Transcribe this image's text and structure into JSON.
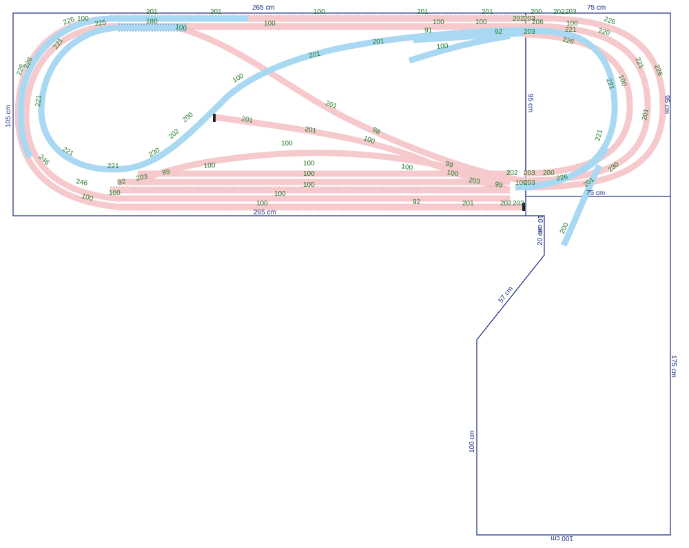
{
  "dimensions": {
    "top_main": "265 cm",
    "top_ext": "75 cm",
    "left_side": "105 cm",
    "bottom_main": "265 cm",
    "right_box": "95 cm",
    "right_ext": "95 cm",
    "ext_bottom": "75 cm",
    "step_down": "10 cm",
    "step_down2": "20 cm",
    "diagonal": "57 cm",
    "lower_left": "100 cm",
    "lower_right": "175 cm",
    "lower_bottom": "100 cm"
  },
  "piece_labels": [
    {
      "id": "l1",
      "text": "201"
    },
    {
      "id": "l2",
      "text": "201"
    },
    {
      "id": "l3",
      "text": "100"
    },
    {
      "id": "l4",
      "text": "201"
    },
    {
      "id": "l5",
      "text": "201"
    },
    {
      "id": "l6",
      "text": "200"
    },
    {
      "id": "l7",
      "text": "202"
    },
    {
      "id": "l8",
      "text": "203"
    },
    {
      "id": "l9",
      "text": "226"
    },
    {
      "id": "l10",
      "text": "100"
    },
    {
      "id": "l11",
      "text": "225"
    },
    {
      "id": "l12",
      "text": "180"
    },
    {
      "id": "l13",
      "text": "100"
    },
    {
      "id": "l14",
      "text": "100"
    },
    {
      "id": "l15",
      "text": "100"
    },
    {
      "id": "l16",
      "text": "91"
    },
    {
      "id": "l17",
      "text": "100"
    },
    {
      "id": "l18",
      "text": "92"
    },
    {
      "id": "l19",
      "text": "202"
    },
    {
      "id": "l20",
      "text": "203"
    },
    {
      "id": "l21",
      "text": "206"
    },
    {
      "id": "l22",
      "text": "100"
    },
    {
      "id": "l23",
      "text": "220"
    },
    {
      "id": "l24",
      "text": "221"
    },
    {
      "id": "l25",
      "text": "226"
    },
    {
      "id": "l26",
      "text": "226"
    },
    {
      "id": "l27",
      "text": "201"
    },
    {
      "id": "l28",
      "text": "201"
    },
    {
      "id": "l29",
      "text": "100"
    },
    {
      "id": "l30",
      "text": "221"
    },
    {
      "id": "l31",
      "text": "226"
    },
    {
      "id": "l32",
      "text": "226"
    },
    {
      "id": "l33",
      "text": "221"
    },
    {
      "id": "l34",
      "text": "201"
    },
    {
      "id": "l35",
      "text": "100"
    },
    {
      "id": "l36",
      "text": "221"
    },
    {
      "id": "l37",
      "text": "226"
    },
    {
      "id": "l38",
      "text": "221"
    },
    {
      "id": "l39",
      "text": "100"
    },
    {
      "id": "l40",
      "text": "201"
    },
    {
      "id": "l41",
      "text": "200"
    },
    {
      "id": "l42",
      "text": "201"
    },
    {
      "id": "l43",
      "text": "221"
    },
    {
      "id": "l44",
      "text": "201"
    },
    {
      "id": "l45",
      "text": "98"
    },
    {
      "id": "l46",
      "text": "100"
    },
    {
      "id": "l47",
      "text": "202"
    },
    {
      "id": "l48",
      "text": "230"
    },
    {
      "id": "l49",
      "text": "221"
    },
    {
      "id": "l50",
      "text": "246"
    },
    {
      "id": "l51",
      "text": "100"
    },
    {
      "id": "l52",
      "text": "221"
    },
    {
      "id": "l53",
      "text": "99"
    },
    {
      "id": "l54",
      "text": "100"
    },
    {
      "id": "l55",
      "text": "100"
    },
    {
      "id": "l56",
      "text": "100"
    },
    {
      "id": "l57",
      "text": "99"
    },
    {
      "id": "l58",
      "text": "100"
    },
    {
      "id": "l59",
      "text": "202"
    },
    {
      "id": "l60",
      "text": "203"
    },
    {
      "id": "l61",
      "text": "200"
    },
    {
      "id": "l62",
      "text": "226"
    },
    {
      "id": "l63",
      "text": "230"
    },
    {
      "id": "l64",
      "text": "246"
    },
    {
      "id": "l65",
      "text": "92"
    },
    {
      "id": "l66",
      "text": "203"
    },
    {
      "id": "l67",
      "text": "100"
    },
    {
      "id": "l68",
      "text": "100"
    },
    {
      "id": "l69",
      "text": "100"
    },
    {
      "id": "l70",
      "text": "100"
    },
    {
      "id": "l71",
      "text": "99"
    },
    {
      "id": "l72",
      "text": "203"
    },
    {
      "id": "l73",
      "text": "100"
    },
    {
      "id": "l74",
      "text": "203"
    },
    {
      "id": "l75",
      "text": "92"
    },
    {
      "id": "l76",
      "text": "201"
    },
    {
      "id": "l77",
      "text": "202"
    },
    {
      "id": "l78",
      "text": "203"
    },
    {
      "id": "l79",
      "text": "201"
    },
    {
      "id": "l80",
      "text": "200"
    },
    {
      "id": "l81",
      "text": "100"
    },
    {
      "id": "l82",
      "text": "100"
    },
    {
      "id": "l83",
      "text": "203"
    }
  ],
  "colors": {
    "outline": "#1a2a80",
    "track_a": "#f6c9cc",
    "track_b": "#a9d8f3",
    "label": "#1f7a2a"
  }
}
